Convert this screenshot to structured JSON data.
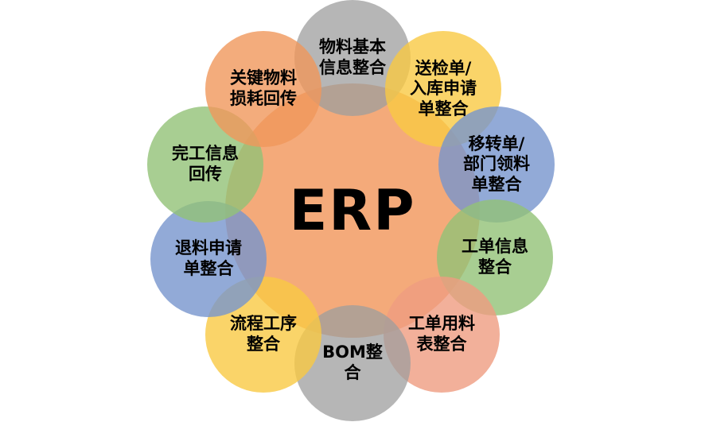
{
  "diagram": {
    "title_hint": "ERP integration wheel diagram",
    "center": {
      "label": "ERP",
      "color": "#F4AA7A",
      "text_color": "#000000"
    },
    "nodes": [
      {
        "label": "物料基本\n信息整合",
        "color": "#9E9E9EBF"
      },
      {
        "label": "送检单/\n入库申请\n单整合",
        "color": "#F9C943CC"
      },
      {
        "label": "移转单/\n部门领料\n单整合",
        "color": "#7795CDCC"
      },
      {
        "label": "工单信息\n整合",
        "color": "#92C277CC"
      },
      {
        "label": "工单用料\n表整合",
        "color": "#EF9C81CC"
      },
      {
        "label": "BOM整\n合",
        "color": "#9E9E9EBF"
      },
      {
        "label": "流程工序\n整合",
        "color": "#F9C943CC"
      },
      {
        "label": "退料申请\n单整合",
        "color": "#7795CDCC"
      },
      {
        "label": "完工信息\n回传",
        "color": "#92C277CC"
      },
      {
        "label": "关键物料\n损耗回传",
        "color": "#F0975BCC"
      }
    ]
  }
}
